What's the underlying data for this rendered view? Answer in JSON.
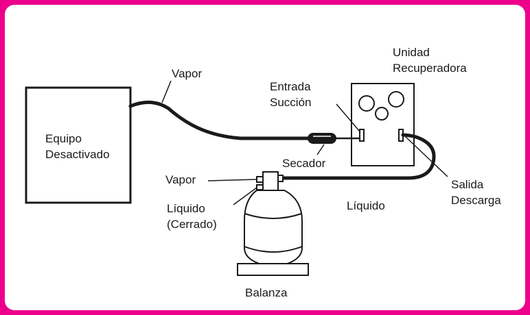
{
  "colors": {
    "border": "#ec008c",
    "background": "#ffffff",
    "ink": "#1a1a1a"
  },
  "diagram": {
    "equipment": {
      "line1": "Equipo",
      "line2": "Desactivado"
    },
    "recovery_unit": {
      "line1": "Unidad",
      "line2": "Recuperadora"
    },
    "vapor_line_label": "Vapor",
    "suction_inlet": {
      "line1": "Entrada",
      "line2": "Succión"
    },
    "dryer_label": "Secador",
    "discharge_outlet": {
      "line1": "Salida",
      "line2": "Descarga"
    },
    "liquid_line_label": "Líquido",
    "cylinder_vapor_valve_label": "Vapor",
    "cylinder_liquid_valve": {
      "line1": "Líquido",
      "line2": "(Cerrado)"
    },
    "scale_label": "Balanza"
  }
}
